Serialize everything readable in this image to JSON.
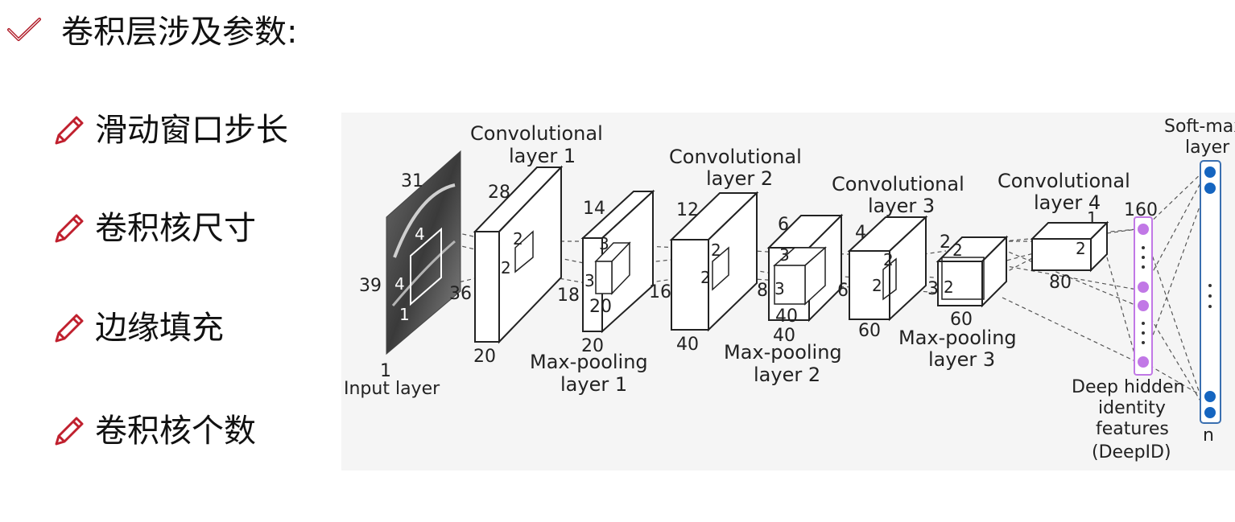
{
  "heading": {
    "check_icon": "checkmark-icon",
    "text": "卷积层涉及参数:"
  },
  "params": [
    {
      "icon": "pencil-icon",
      "text": "滑动窗口步长"
    },
    {
      "icon": "pencil-icon",
      "text": "卷积核尺寸"
    },
    {
      "icon": "pencil-icon",
      "text": "边缘填充"
    },
    {
      "icon": "pencil-icon",
      "text": "卷积核个数"
    }
  ],
  "colors": {
    "check": "#b01e2a",
    "pencil": "#c0202e",
    "deepid_node": "#c178e6",
    "softmax_node": "#1565c0"
  },
  "diagram": {
    "input": {
      "top": "31",
      "left": "39",
      "k1": "4",
      "k2": "4",
      "k3": "1",
      "bottom": "1",
      "label": "Input layer"
    },
    "conv1": {
      "title1": "Convolutional",
      "title2": "layer 1",
      "top": "28",
      "left": "36",
      "bottom": "20",
      "k1": "2",
      "k2": "2"
    },
    "pool1": {
      "top": "14",
      "left": "18",
      "bottom": "20",
      "k1": "3",
      "k2": "3",
      "depth": "20",
      "label1": "Max-pooling",
      "label2": "layer 1"
    },
    "conv2": {
      "title1": "Convolutional",
      "title2": "layer 2",
      "top": "12",
      "left": "16",
      "bottom": "40",
      "k1": "2",
      "k2": "2"
    },
    "pool2": {
      "top": "6",
      "left": "8",
      "bottom": "40",
      "k1": "3",
      "k2": "3",
      "depth": "40",
      "label1": "Max-pooling",
      "label2": "layer 2"
    },
    "conv3": {
      "title1": "Convolutional",
      "title2": "layer 3",
      "top": "4",
      "left": "6",
      "bottom": "60",
      "k1": "2",
      "k2": "2"
    },
    "pool3": {
      "top": "2",
      "left": "3",
      "depth": "60",
      "k1": "2",
      "k2": "2",
      "label1": "Max-pooling",
      "label2": "layer 3"
    },
    "conv4": {
      "title1": "Convolutional",
      "title2": "layer 4",
      "top": "1",
      "k": "2",
      "depth": "80"
    },
    "deepid": {
      "size": "160",
      "label1": "Deep hidden",
      "label2": "identity",
      "label3": "features",
      "label4": "(DeepID)"
    },
    "softmax": {
      "label1": "Soft-max",
      "label2": "layer",
      "n": "n"
    }
  }
}
